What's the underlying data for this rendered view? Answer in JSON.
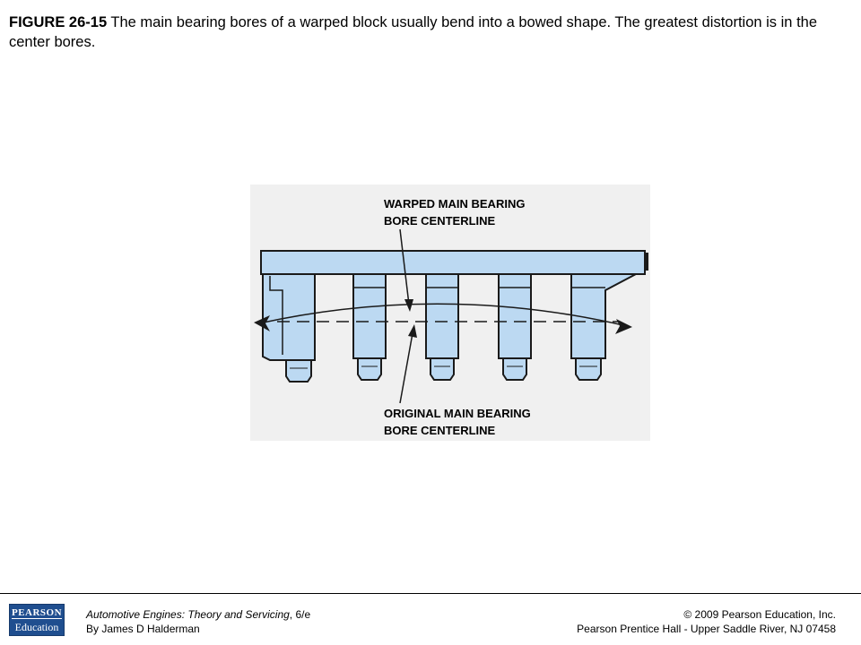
{
  "caption": {
    "figure_number": "FIGURE 26-15",
    "text": " The main bearing bores of a warped block usually bend into a bowed shape. The greatest distortion is in the center bores."
  },
  "diagram": {
    "label_warped_line1": "WARPED MAIN BEARING",
    "label_warped_line2": "BORE CENTERLINE",
    "label_original_line1": "ORIGINAL MAIN BEARING",
    "label_original_line2": "BORE CENTERLINE",
    "colors": {
      "block_fill": "#bcd9f2",
      "outline": "#1a1a1a",
      "background": "#f0f0f0"
    }
  },
  "footer": {
    "logo_line1": "PEARSON",
    "logo_line2": "Education",
    "logo_color": "#1f4e8f",
    "book_title": "Automotive Engines: Theory and Servicing",
    "edition": ", 6/e",
    "author": "By James D Halderman",
    "copyright": "© 2009 Pearson Education, Inc.",
    "publisher": "Pearson Prentice Hall - Upper Saddle River, NJ 07458"
  }
}
